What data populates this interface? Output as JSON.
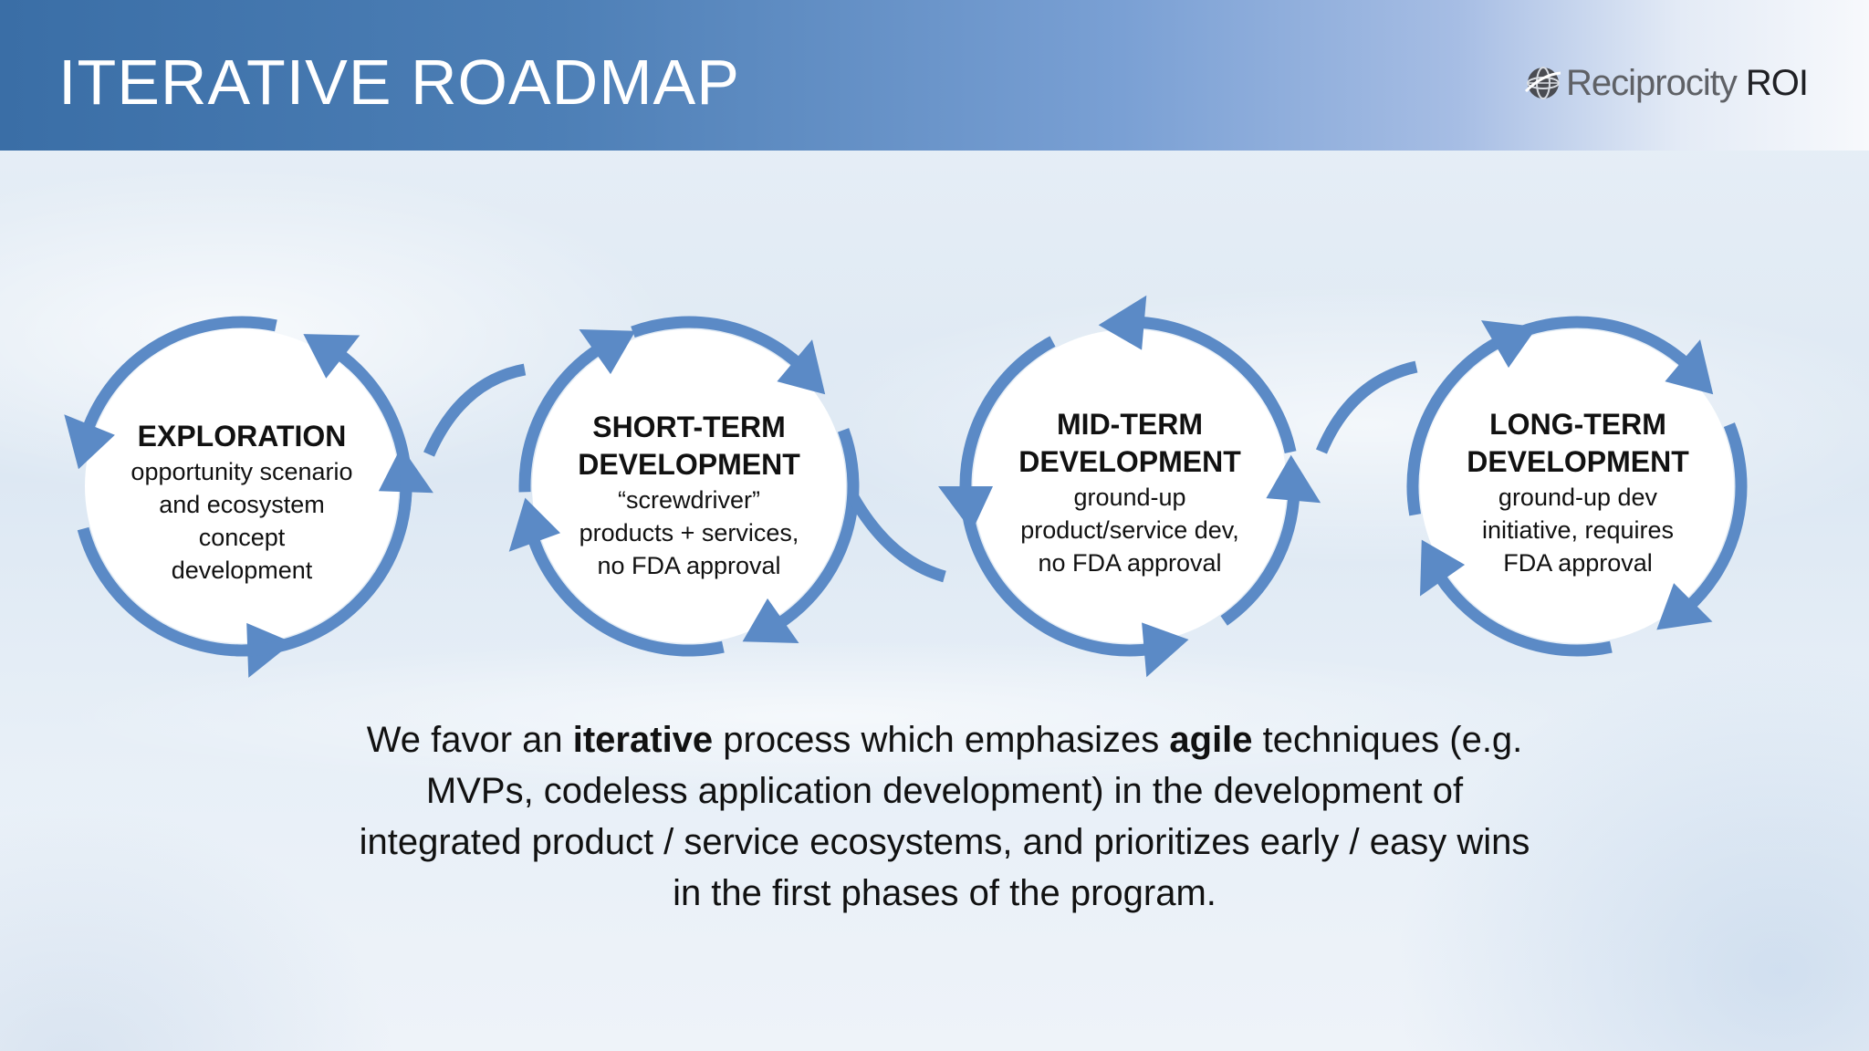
{
  "slide": {
    "title": "ITERATIVE ROADMAP"
  },
  "logo": {
    "name": "Reciprocity",
    "suffix": "ROI",
    "icon": "globe-icon"
  },
  "stages": [
    {
      "title_lines": [
        "EXPLORATION"
      ],
      "description_lines": [
        "opportunity scenario",
        "and ecosystem",
        "concept",
        "development"
      ]
    },
    {
      "title_lines": [
        "SHORT-TERM",
        "DEVELOPMENT"
      ],
      "description_lines": [
        "“screwdriver”",
        "products + services,",
        "no FDA approval"
      ]
    },
    {
      "title_lines": [
        "MID-TERM",
        "DEVELOPMENT"
      ],
      "description_lines": [
        "ground-up",
        "product/service dev,",
        "no FDA approval"
      ]
    },
    {
      "title_lines": [
        "LONG-TERM",
        "DEVELOPMENT"
      ],
      "description_lines": [
        "ground-up dev",
        "initiative, requires",
        "FDA approval"
      ]
    }
  ],
  "summary": {
    "p1": "We favor an ",
    "b1": "iterative",
    "p2": " process which emphasizes ",
    "b2": "agile",
    "p3": " techniques (e.g. MVPs, codeless application development) in the development of integrated product / service ecosystems, and prioritizes early / easy wins in the first phases of the program."
  },
  "colors": {
    "arrow": "#5b8ac6",
    "header_start": "#3a6ea6",
    "circle_fill": "#ffffff"
  }
}
